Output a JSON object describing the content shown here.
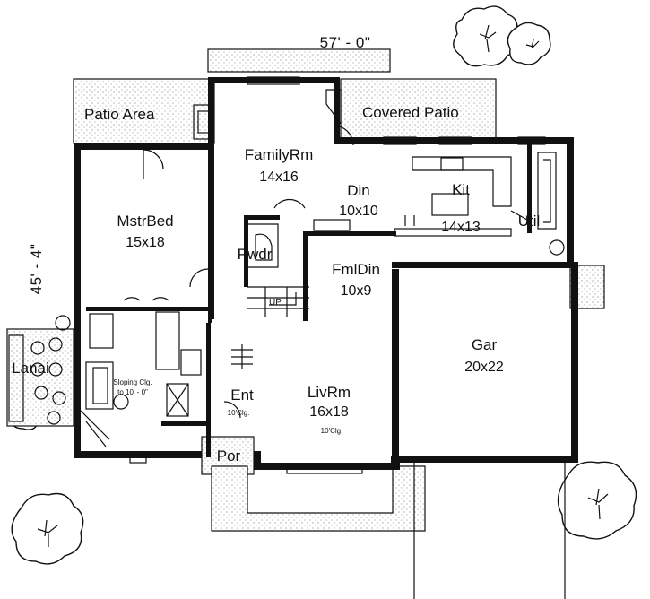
{
  "dimensions": {
    "width_label": "57' - 0\"",
    "depth_label": "45' - 4\""
  },
  "rooms": {
    "patio_area": "Patio Area",
    "covered_patio": "Covered Patio",
    "family_room": {
      "name": "FamilyRm",
      "size": "14x16"
    },
    "dining": {
      "name": "Din",
      "size": "10x10"
    },
    "kitchen": {
      "name": "Kit",
      "size": "14x13"
    },
    "utility": "Util",
    "master_bed": {
      "name": "MstrBed",
      "size": "15x18"
    },
    "powder": "Pwdr",
    "stair": "UP",
    "family_dining": {
      "name": "FmlDin",
      "size": "10x9"
    },
    "lanai": "Lanai",
    "sloping_ceiling": {
      "line1": "Sloping Clg.",
      "line2": "to 10' - 0\""
    },
    "entry": {
      "name": "Ent",
      "note": "10'Clg."
    },
    "living_room": {
      "name": "LivRm",
      "size": "16x18",
      "note": "10'Clg."
    },
    "porch": "Por",
    "garage": {
      "name": "Gar",
      "size": "20x22"
    }
  }
}
